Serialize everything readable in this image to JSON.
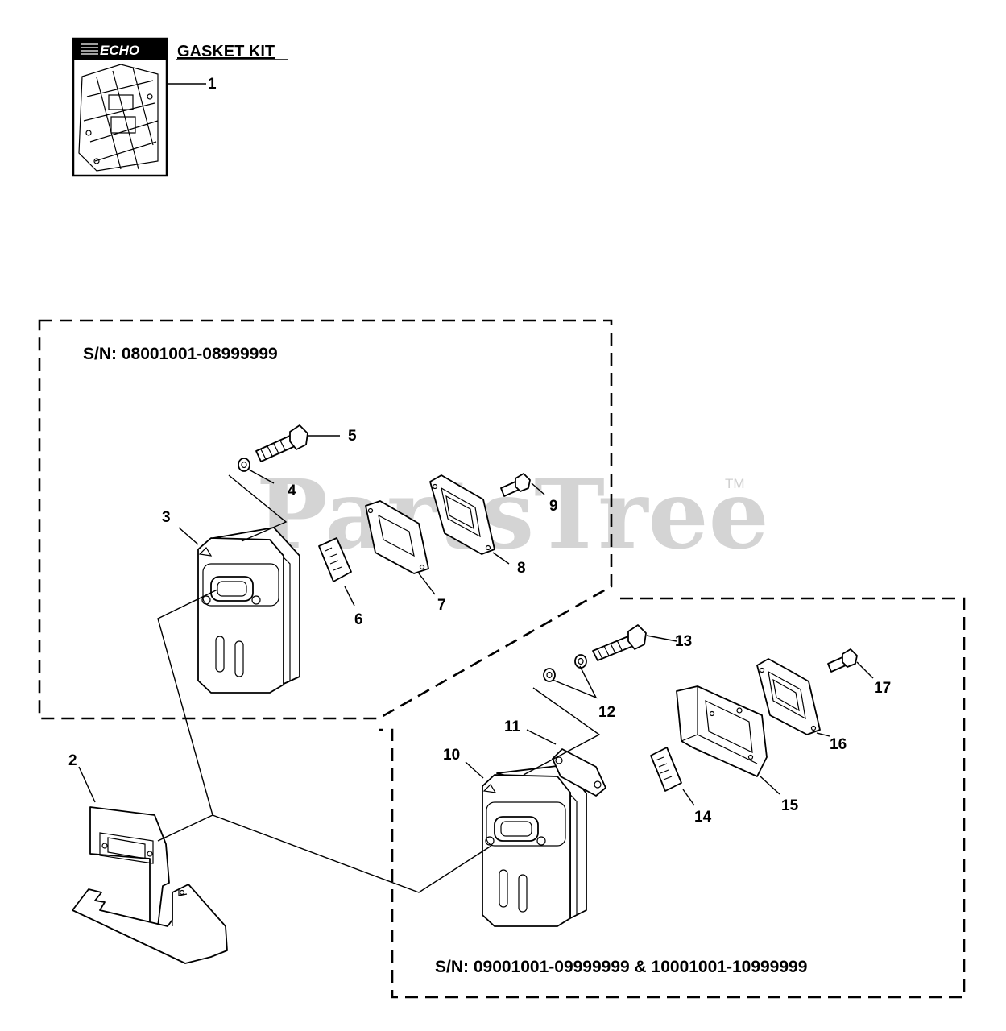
{
  "kit": {
    "brand": "ECHO",
    "title": "GASKET KIT"
  },
  "watermark": {
    "text": "PartsTree",
    "trademark": "TM"
  },
  "serial_ranges": {
    "upper": "S/N: 08001001-08999999",
    "lower": "S/N: 09001001-09999999 & 10001001-10999999"
  },
  "callouts": [
    "1",
    "2",
    "3",
    "4",
    "5",
    "6",
    "7",
    "8",
    "9",
    "10",
    "11",
    "12",
    "13",
    "14",
    "15",
    "16",
    "17"
  ]
}
